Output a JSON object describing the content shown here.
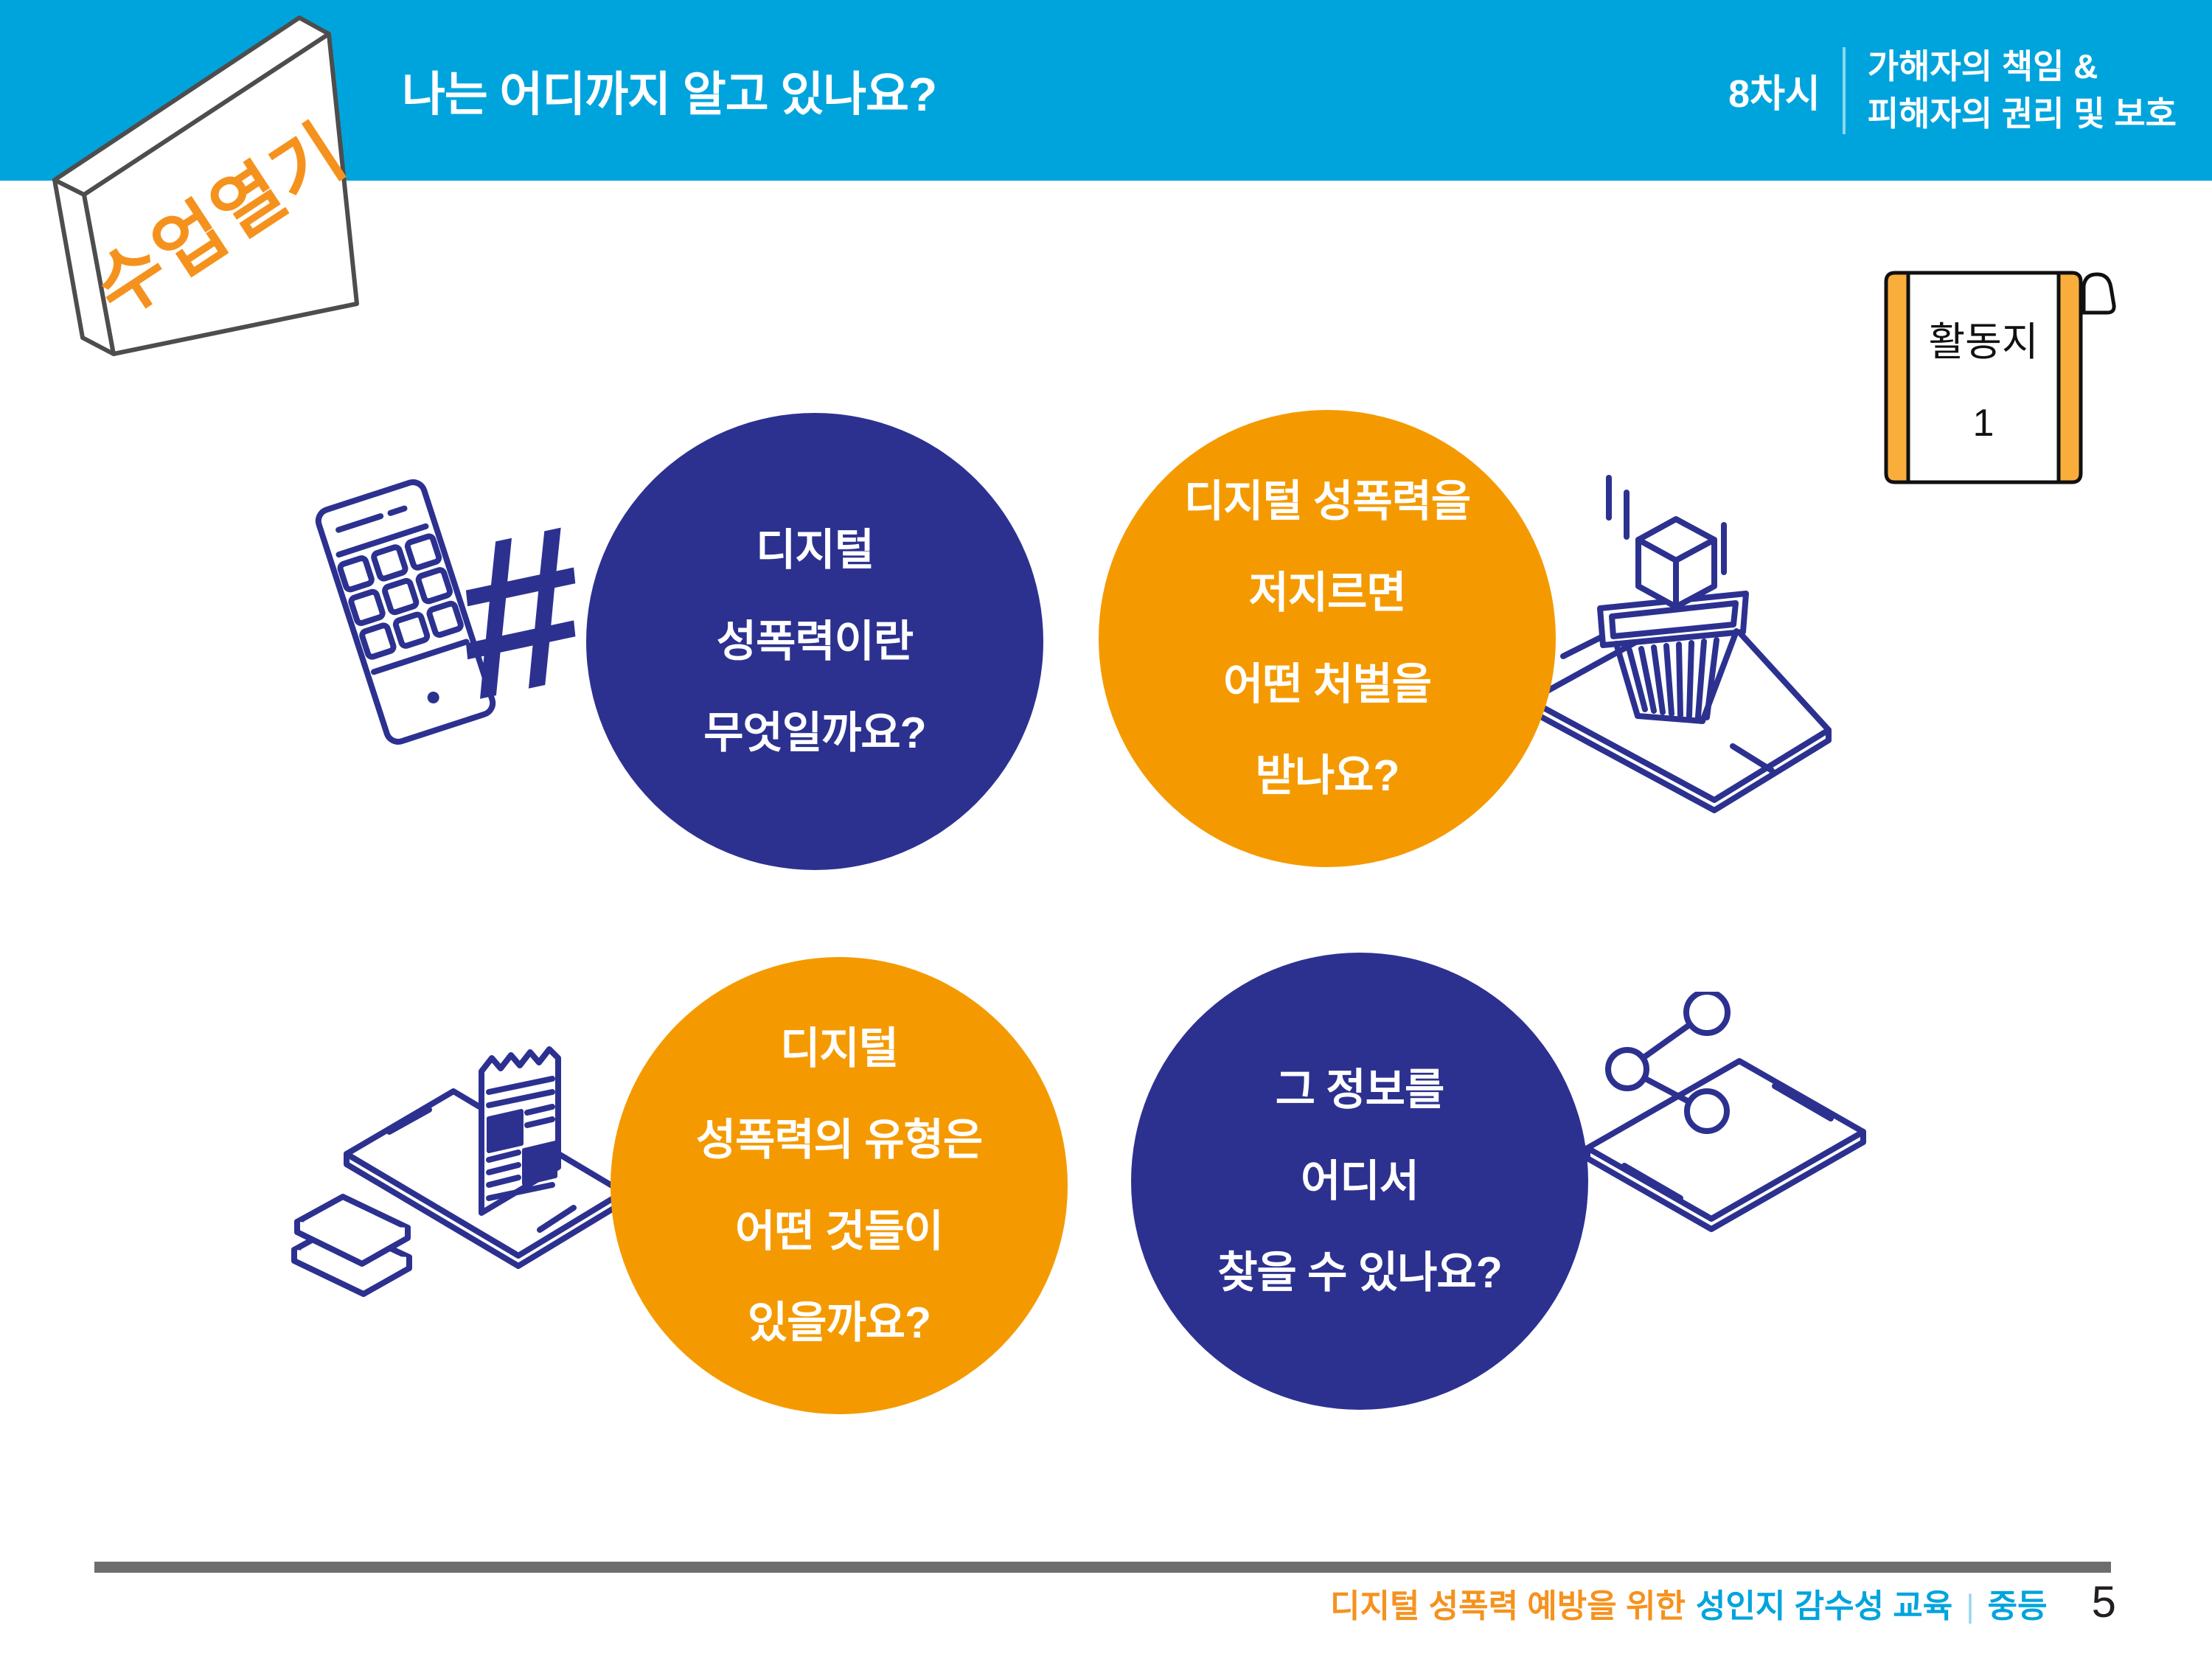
{
  "slide": {
    "header": {
      "corner_sign_label": "수업열기",
      "title": "나는 어디까지 알고 있나요?",
      "lesson": {
        "number": "8차시",
        "topic_line1": "가해자의 책임 &",
        "topic_line2": "피해자의 권리 및 보호"
      }
    },
    "worksheet_badge": {
      "label": "활동지",
      "number": "1"
    },
    "questions": [
      {
        "style": "navy",
        "lines": [
          "디지털",
          "성폭력이란",
          "무엇일까요?"
        ]
      },
      {
        "style": "orange",
        "lines": [
          "디지털 성폭력을",
          "저지르면",
          "어떤 처벌을",
          "받나요?"
        ]
      },
      {
        "style": "orange",
        "lines": [
          "디지털",
          "성폭력의 유형은",
          "어떤 것들이",
          "있을까요?"
        ]
      },
      {
        "style": "navy",
        "lines": [
          "그 정보를",
          "어디서",
          "찾을 수 있나요?"
        ]
      }
    ],
    "icons": {
      "hashtag_symbol": "#",
      "names": [
        "smartphone-hashtag-icon",
        "trash-bin-tablet-icon",
        "receipt-books-tablet-icon",
        "share-nodes-tablet-icon"
      ]
    },
    "footer": {
      "label_orange": "디지털 성폭력 예방을 위한",
      "label_cyan": "성인지 감수성 교육",
      "separator": "|",
      "level": "중등",
      "page": "5"
    },
    "colors": {
      "header_cyan": "#00A4DD",
      "navy": "#2C3190",
      "circle_orange": "#F49A00",
      "accent_orange": "#F5921E",
      "badge_strip_orange": "#F9AE3B",
      "divider_gray": "#6D6D6D",
      "page_number_dark": "#231F20"
    }
  }
}
